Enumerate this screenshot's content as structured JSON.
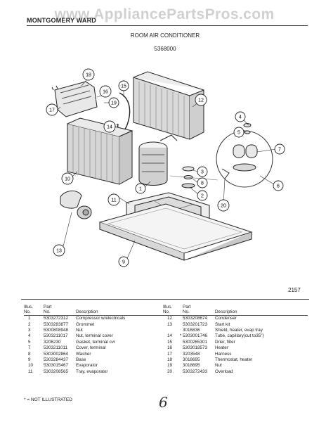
{
  "header": {
    "brand": "MONTGOMERY WARD",
    "watermark": "www.AppliancePartsPros.com",
    "title": "ROOM AIR CONDITIONER",
    "model_number": "5368000"
  },
  "diagram": {
    "code": "2157",
    "callouts": [
      "1",
      "2",
      "3",
      "4",
      "5",
      "6",
      "7",
      "8",
      "9",
      "10",
      "11",
      "12",
      "13",
      "14",
      "15",
      "16",
      "17",
      "18",
      "19",
      "20"
    ]
  },
  "parts_table": {
    "headers": {
      "illus_no": "Illus.\nNo.",
      "part_no": "Part\nNo.",
      "description": "Description"
    },
    "left": [
      {
        "illus": "1",
        "mark": "",
        "part": "5303272312",
        "desc": "Compressor w/electricals"
      },
      {
        "illus": "2",
        "mark": "",
        "part": "5303283877",
        "desc": "Grommet"
      },
      {
        "illus": "3",
        "mark": "",
        "part": "5300808948",
        "desc": "Nut"
      },
      {
        "illus": "4",
        "mark": "",
        "part": "5303211017",
        "desc": "Nut, terminal cover"
      },
      {
        "illus": "5",
        "mark": "",
        "part": "3206230",
        "desc": "Gasket, terminal cvr"
      },
      {
        "illus": "7",
        "mark": "",
        "part": "5303211011",
        "desc": "Cover, terminal"
      },
      {
        "illus": "8",
        "mark": "",
        "part": "5303002864",
        "desc": "Washer"
      },
      {
        "illus": "9",
        "mark": "",
        "part": "5303284437",
        "desc": "Base"
      },
      {
        "illus": "10",
        "mark": "",
        "part": "5303015467",
        "desc": "Evaporator"
      },
      {
        "illus": "11",
        "mark": "",
        "part": "5303208565",
        "desc": "Tray, evaporator"
      }
    ],
    "right": [
      {
        "illus": "12",
        "mark": "",
        "part": "5303208674",
        "desc": "Condenser"
      },
      {
        "illus": "13",
        "mark": "",
        "part": "5303201723",
        "desc": "Start kit"
      },
      {
        "illus": "",
        "mark": "",
        "part": "3016836",
        "desc": "Shield, heater, evap tray"
      },
      {
        "illus": "14",
        "mark": "*",
        "part": "5303001746",
        "desc": "Tube, capillary(cut to35\")"
      },
      {
        "illus": "15",
        "mark": "",
        "part": "5300265301",
        "desc": "Drier, filter"
      },
      {
        "illus": "16",
        "mark": "",
        "part": "5303018573",
        "desc": "Heater"
      },
      {
        "illus": "17",
        "mark": "",
        "part": "3203548",
        "desc": "Harness"
      },
      {
        "illus": "18",
        "mark": "",
        "part": "3018695",
        "desc": "Thermostat, heater"
      },
      {
        "illus": "19",
        "mark": "",
        "part": "3018695",
        "desc": "Nut"
      },
      {
        "illus": "20",
        "mark": "",
        "part": "5303272433",
        "desc": "Overload"
      }
    ]
  },
  "footnote": "* = NOT ILLUSTRATED",
  "handwritten_mark": "6"
}
